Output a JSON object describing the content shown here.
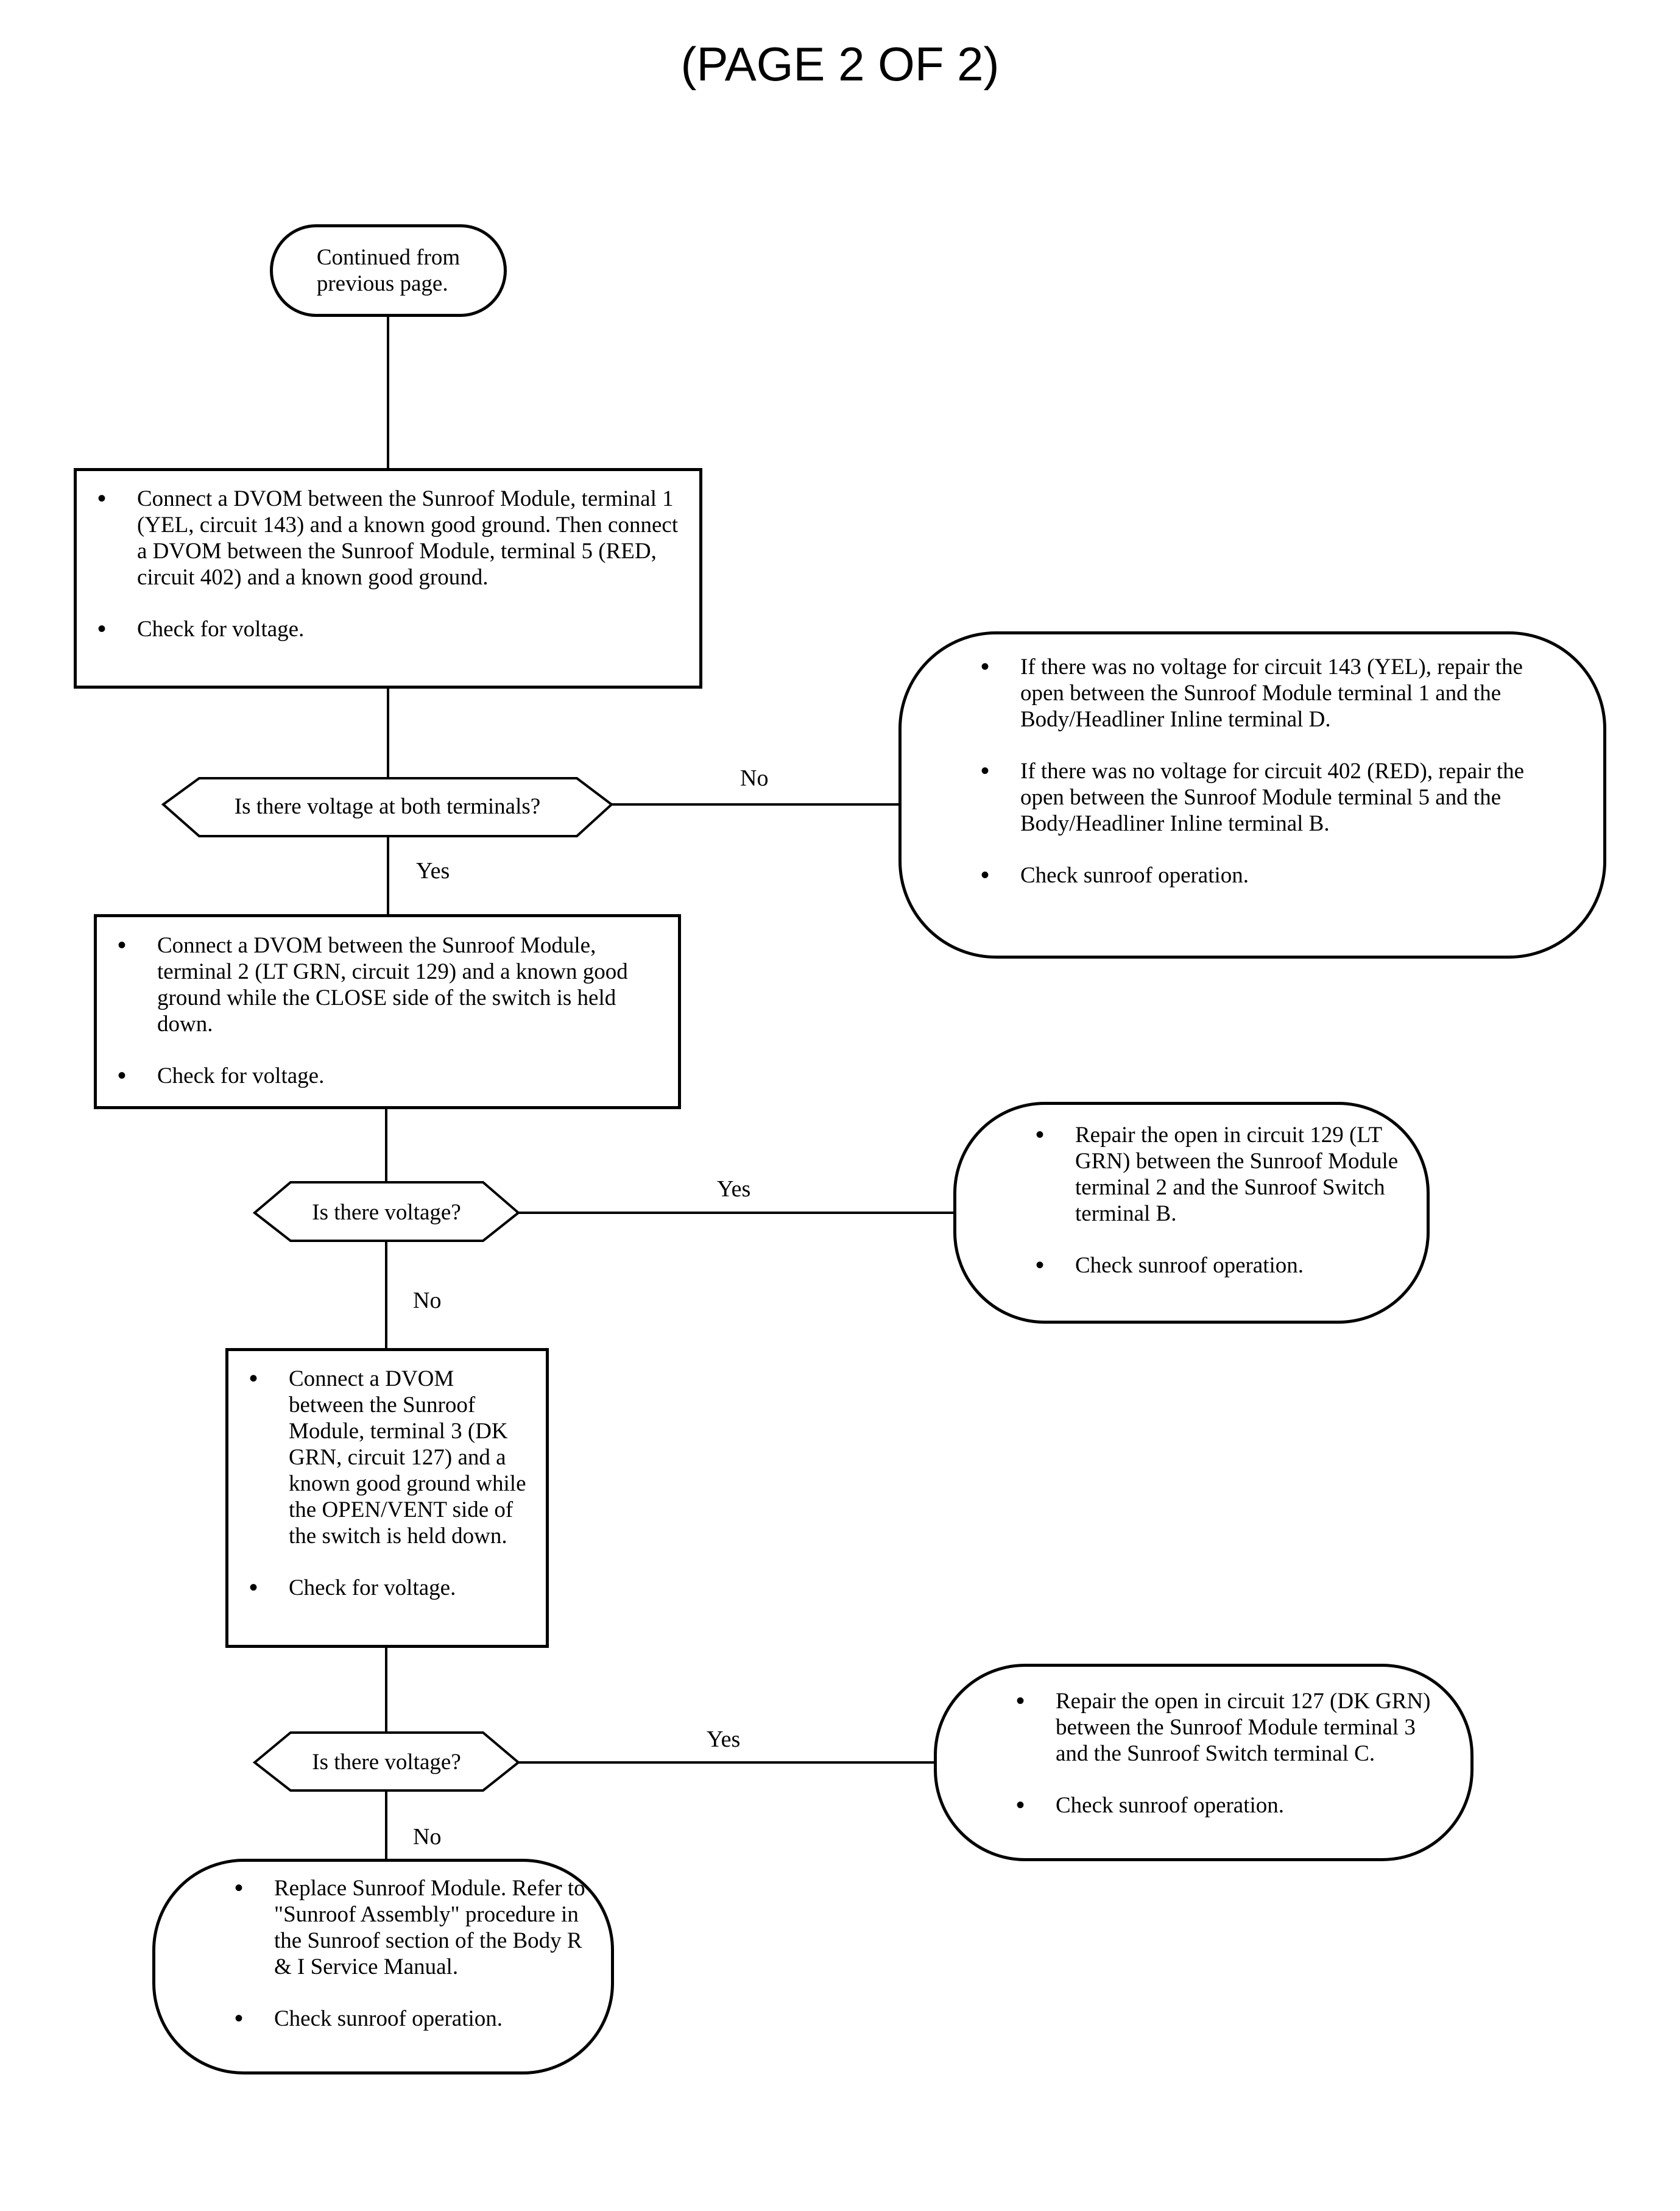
{
  "page_title": "(PAGE 2 OF 2)",
  "start": {
    "lines": [
      "Continued from",
      "previous page."
    ]
  },
  "step1": {
    "bullets": [
      "Connect a DVOM between the Sunroof Module, terminal 1 (YEL, circuit 143) and a known good ground. Then connect a DVOM between the Sunroof Module, terminal 5 (RED,  circuit 402) and a known good ground.",
      "Check for voltage."
    ]
  },
  "decision1": {
    "question": "Is there voltage at both terminals?",
    "no_label": "No",
    "yes_label": "Yes"
  },
  "result1": {
    "bullets": [
      "If there was no voltage for circuit 143 (YEL), repair the open between the Sunroof Module terminal 1 and the Body/Headliner Inline terminal D.",
      "If there was no voltage for circuit 402 (RED), repair the open between the Sunroof Module terminal 5 and the Body/Headliner Inline terminal B.",
      "Check sunroof operation."
    ]
  },
  "step2": {
    "bullets": [
      "Connect a DVOM between the Sunroof Module, terminal 2 (LT GRN, circuit 129) and a known good ground while the CLOSE side of the switch is held down.",
      "Check for voltage."
    ]
  },
  "decision2": {
    "question": "Is there voltage?",
    "yes_label": "Yes",
    "no_label": "No"
  },
  "result2": {
    "bullets": [
      "Repair the open in circuit 129 (LT GRN) between the Sunroof Module terminal 2 and the Sunroof Switch terminal B.",
      "Check sunroof operation."
    ]
  },
  "step3": {
    "bullets": [
      "Connect a DVOM between the Sunroof Module, terminal 3 (DK GRN, circuit 127) and a known good ground while the OPEN/VENT side of the switch is held down.",
      "Check for voltage."
    ]
  },
  "decision3": {
    "question": "Is there voltage?",
    "yes_label": "Yes",
    "no_label": "No"
  },
  "result3": {
    "bullets": [
      "Repair the open in circuit 127 (DK GRN) between the Sunroof Module terminal 3 and the Sunroof Switch terminal C.",
      "Check sunroof operation."
    ]
  },
  "result4": {
    "bullets": [
      "Replace Sunroof Module. Refer to \"Sunroof Assembly\" procedure in the Sunroof section of the Body R & I Service Manual.",
      "Check sunroof operation."
    ]
  }
}
